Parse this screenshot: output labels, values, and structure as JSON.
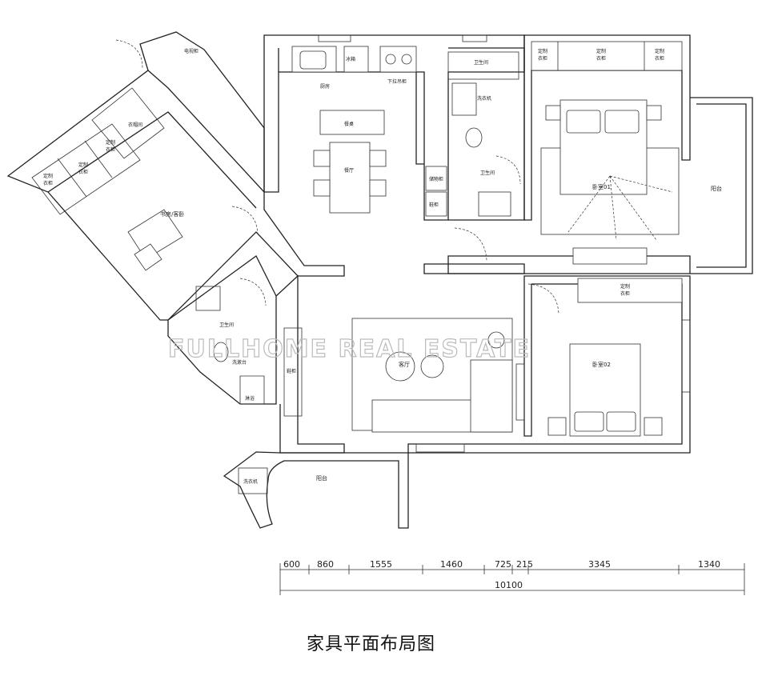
{
  "watermark": "FULLHOME REAL ESTATE",
  "title": "家具平面布局图",
  "rooms": {
    "kitchen": "厨房",
    "fridge": "冰箱",
    "dining": "餐厅",
    "lower_cabinet": "下拉吊柜",
    "table": "餐桌",
    "bath_top": "卫生间",
    "washer": "洗衣机",
    "storage1": "储物柜",
    "storage2": "鞋柜",
    "master": "卧室01",
    "balcony_right": "阳台",
    "study": "书房/客卧",
    "bath_left": "卫生间",
    "wash_left": "洗漱台",
    "shower": "淋浴",
    "entry": "鞋柜",
    "living": "客厅",
    "bed2": "卧室02",
    "balcony_bottom": "阳台",
    "laundry": "洗衣机",
    "tv": "电视柜"
  },
  "wardrobes": {
    "top_a": [
      "定制",
      "衣柜"
    ],
    "top_b": [
      "定制",
      "衣柜"
    ],
    "top_c": [
      "定制",
      "衣柜"
    ],
    "bed2": [
      "定制",
      "衣柜"
    ],
    "study_a": [
      "定制",
      "衣柜"
    ],
    "study_b": [
      "定制",
      "衣柜"
    ],
    "study_c": [
      "定制",
      "衣柜"
    ],
    "study_d": [
      "衣帽间"
    ]
  },
  "dimensions": {
    "segments": [
      "600",
      "860",
      "1555",
      "1460",
      "725",
      "215",
      "3345",
      "1340"
    ],
    "total": "10100"
  }
}
